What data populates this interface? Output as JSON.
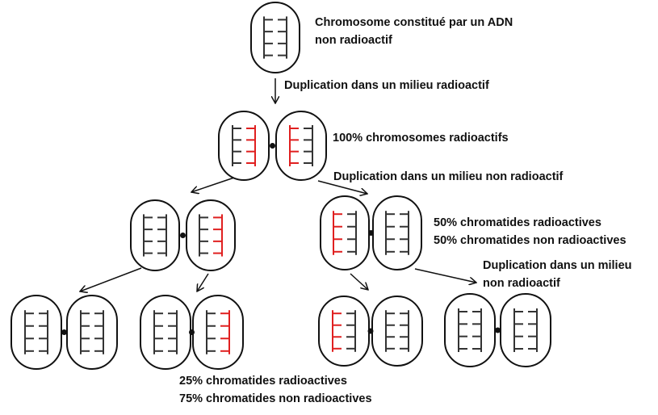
{
  "labels": {
    "non_radioactive_chromosome": [
      "Chromosome constitué par un ADN",
      "non radioactif"
    ],
    "duplication_radioactive": "Duplication dans un milieu radioactif",
    "all_radioactive": "100% chromosomes radioactifs",
    "duplication_non_radioactive_1": "Duplication dans un milieu non radioactif",
    "half_radioactive": [
      "50% chromatides radioactives",
      "50% chromatides non radioactives"
    ],
    "duplication_non_radioactive_2": [
      "Duplication dans un milieu",
      "non radioactif"
    ],
    "quarter_radioactive": [
      "25% chromatides radioactives",
      "75% chromatides non radioactives"
    ]
  },
  "colors": {
    "outline": "#111111",
    "non_radioactive_strand": "#333333",
    "radioactive_strand": "#e02020"
  },
  "generations": [
    {
      "name": "initial",
      "chromosomes": [
        {
          "strands": [
            "black",
            "black"
          ]
        }
      ]
    },
    {
      "name": "generation-1",
      "chromosomes": [
        {
          "chromatids": [
            [
              "black",
              "red"
            ],
            [
              "red",
              "black"
            ]
          ]
        }
      ]
    },
    {
      "name": "generation-2",
      "chromosomes": [
        {
          "chromatids": [
            [
              "black",
              "black"
            ],
            [
              "black",
              "red"
            ]
          ]
        },
        {
          "chromatids": [
            [
              "red",
              "black"
            ],
            [
              "black",
              "black"
            ]
          ]
        }
      ]
    },
    {
      "name": "generation-3",
      "chromosomes": [
        {
          "chromatids": [
            [
              "black",
              "black"
            ],
            [
              "black",
              "black"
            ]
          ]
        },
        {
          "chromatids": [
            [
              "black",
              "black"
            ],
            [
              "black",
              "red"
            ]
          ]
        },
        {
          "chromatids": [
            [
              "red",
              "black"
            ],
            [
              "black",
              "black"
            ]
          ]
        },
        {
          "chromatids": [
            [
              "black",
              "black"
            ],
            [
              "black",
              "black"
            ]
          ]
        }
      ]
    }
  ]
}
